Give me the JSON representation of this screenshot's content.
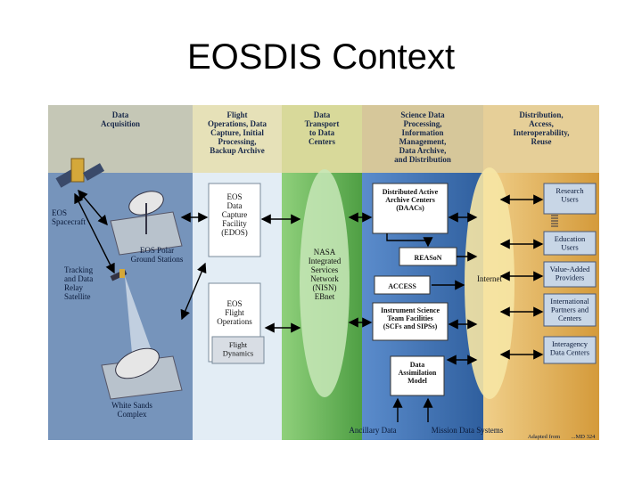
{
  "title": "EOSDIS Context",
  "columns": [
    {
      "lines": [
        "Data",
        "Acquisition"
      ]
    },
    {
      "lines": [
        "Flight",
        "Operations, Data",
        "Capture, Initial",
        "Processing,",
        "Backup Archive"
      ]
    },
    {
      "lines": [
        "Data",
        "Transport",
        "to Data",
        "Centers"
      ]
    },
    {
      "lines": [
        "Science Data",
        "Processing,",
        "Information",
        "Management,",
        "Data Archive,",
        "and Distribution"
      ]
    },
    {
      "lines": [
        "Distribution,",
        "Access,",
        "Interoperability,",
        "Reuse"
      ]
    }
  ],
  "acquisition": {
    "spacecraft": [
      "EOS",
      "Spacecraft"
    ],
    "ground_stations": [
      "EOS Polar",
      "Ground Stations"
    ],
    "tdrs": [
      "Tracking",
      "and Data",
      "Relay",
      "Satellite"
    ],
    "white_sands": [
      "White Sands",
      "Complex"
    ]
  },
  "flight_ops": {
    "edos": [
      "EOS",
      "Data",
      "Capture",
      "Facility",
      "(EDOS)"
    ],
    "eos_flight_ops": [
      "EOS",
      "Flight",
      "Operations"
    ],
    "flight_dynamics": [
      "Flight",
      "Dynamics"
    ]
  },
  "transport": {
    "network": [
      "NASA",
      "Integrated",
      "Services",
      "Network",
      "(NISN)",
      "EBnet"
    ]
  },
  "science": {
    "daacs": [
      "Distributed Active",
      "Archive Centers",
      "(DAACs)"
    ],
    "rebason": "REASoN",
    "access": "ACCESS",
    "scfs": [
      "Instrument Science",
      "Team Facilities",
      "(SCFs and SIPSs)"
    ],
    "assimilation": [
      "Data",
      "Assimilation",
      "Model"
    ]
  },
  "internet": "Internet",
  "users": [
    [
      "Research",
      "Users"
    ],
    [
      "Education",
      "Users"
    ],
    [
      "Value-Added",
      "Providers"
    ],
    [
      "International",
      "Partners and",
      "Centers"
    ],
    [
      "Interagency",
      "Data Centers"
    ]
  ],
  "bottom": {
    "ancillary": "Ancillary Data",
    "mission": "Mission Data Systems",
    "credit": "Adapted from",
    "credit_code": "...MD 324"
  },
  "colors": {
    "acquisition": "#6f8fb8",
    "flight_ops": "#dde9f3",
    "transport": "#6fbf5e",
    "science": "#3f73b4",
    "distribution": "#e1b25c",
    "header": "#c9b98d"
  }
}
